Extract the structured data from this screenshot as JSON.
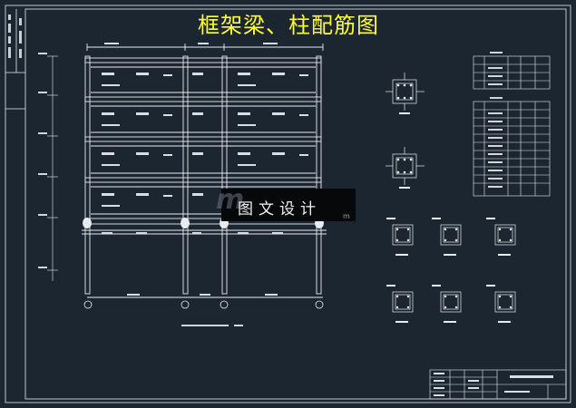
{
  "drawing": {
    "title": "框架梁、柱配筋图",
    "watermark": "图文设计",
    "watermark_suffix": "m",
    "background": "#1c2630",
    "line_color": "#e8ecef",
    "title_color": "#ffff33",
    "accent_color": "#c24b4b"
  }
}
